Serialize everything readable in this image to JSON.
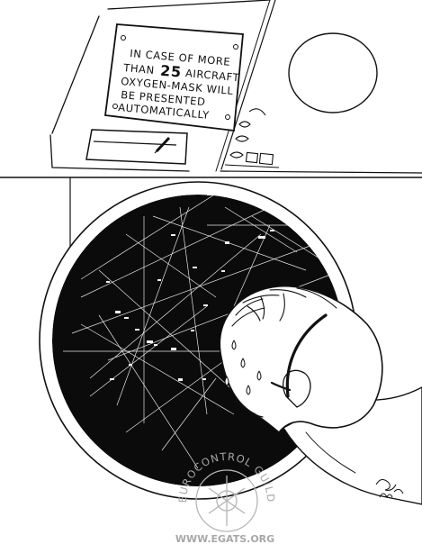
{
  "sign": {
    "line1": "IN CASE OF MORE",
    "line2_pre": "THAN",
    "line2_num": "25",
    "line2_post": "AIRCRAFT",
    "line3": "OXYGEN-MASK WILL",
    "line4": "BE PRESENTED",
    "line5": "AUTOMATICALLY"
  },
  "watermark": {
    "arc_text": "EUROCONTROL GUILD",
    "url": "WWW.EGATS.ORG"
  },
  "colors": {
    "ink": "#111111",
    "paper": "#ffffff",
    "radar": "#0b0b0b",
    "watermark": "#a7a7a7"
  }
}
